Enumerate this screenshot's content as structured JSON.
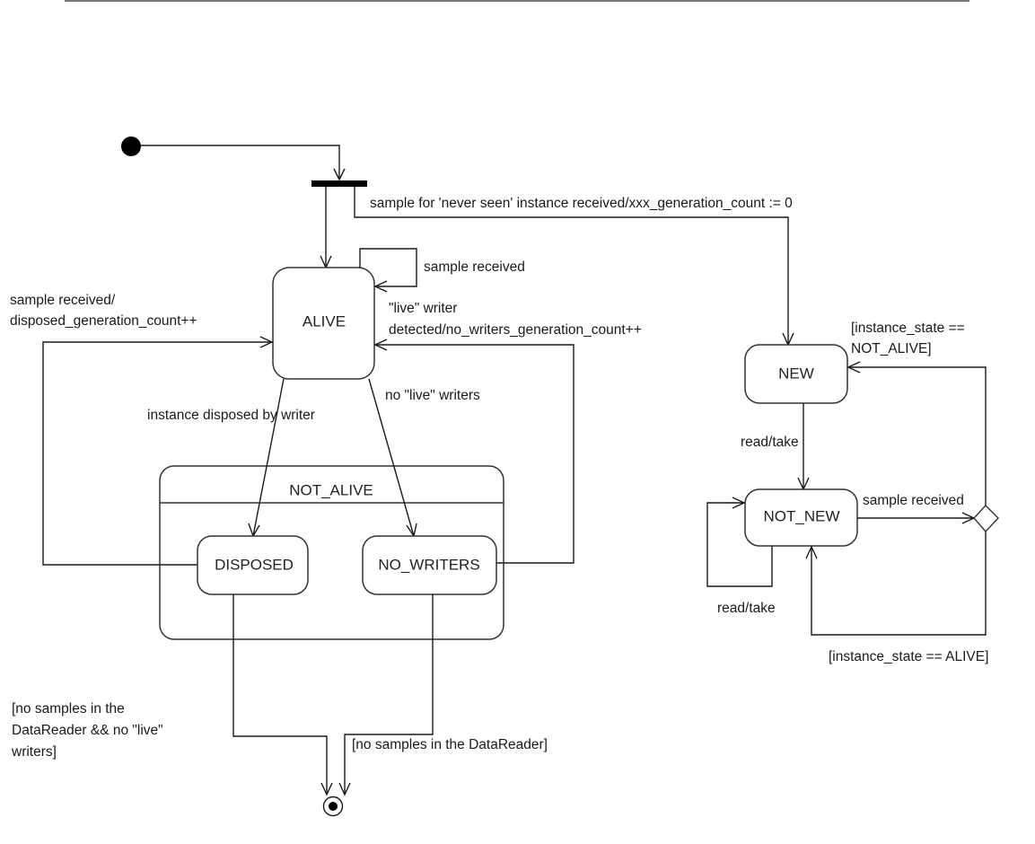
{
  "diagram": {
    "type": "uml-state-machine",
    "states": {
      "alive": "ALIVE",
      "not_alive": "NOT_ALIVE",
      "disposed": "DISPOSED",
      "no_writers": "NO_WRITERS",
      "new": "NEW",
      "not_new": "NOT_NEW"
    },
    "transitions": {
      "fork_to_new": "sample for 'never seen' instance received/xxx_generation_count := 0",
      "alive_self": "sample received",
      "no_writers_to_alive": [
        "\"live\" writer",
        "detected/no_writers_generation_count++"
      ],
      "disposed_to_alive": [
        "sample received/",
        "disposed_generation_count++"
      ],
      "alive_to_disposed": "instance disposed  by writer",
      "alive_to_no_writers": "no \"live\" writers",
      "disposed_to_final": [
        "[no samples in the",
        "DataReader && no \"live\"",
        "writers]"
      ],
      "no_writers_to_final": "[no samples  in the DataReader]",
      "new_to_not_new": "read/take",
      "not_new_self": "read/take",
      "not_new_to_choice": "sample received",
      "choice_to_new": [
        "[instance_state  ==",
        "NOT_ALIVE]"
      ],
      "choice_to_not_new": "[instance_state  == ALIVE]"
    }
  }
}
